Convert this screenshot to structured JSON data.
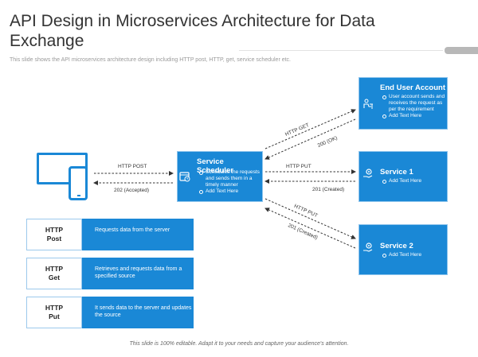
{
  "title": "API Design in Microservices Architecture for Data Exchange",
  "subtitle": "This slide shows the API microservices architecture design including HTTP post, HTTP, get, service scheduler etc.",
  "nodes": {
    "scheduler": {
      "title": "Service Scheduler",
      "items": [
        "Schedules the requests and sends them in a timely manner",
        "Add Text Here"
      ],
      "icon": "calendar-clock-icon"
    },
    "end_user": {
      "title": "End User Account",
      "items": [
        "User account sends and receives the request as per the requirement",
        "Add Text Here"
      ],
      "icon": "desk-user-icon"
    },
    "service1": {
      "title": "Service 1",
      "items": [
        "Add Text Here"
      ],
      "icon": "hand-gear-icon"
    },
    "service2": {
      "title": "Service 2",
      "items": [
        "Add Text Here"
      ],
      "icon": "hand-gear-icon"
    }
  },
  "arrows": {
    "post": "HTTP POST",
    "accepted": "202 (Accepted)",
    "get": "HTTP GET",
    "ok": "200 (OK)",
    "put1": "HTTP PUT",
    "created1": "201 (Created)",
    "put2": "HTTP PUT",
    "created2": "201 (Created)"
  },
  "http_methods": [
    {
      "name": "HTTP\nPost",
      "desc": "Requests data from the server"
    },
    {
      "name": "HTTP\nGet",
      "desc": "Retrieves and requests data from a specified source"
    },
    {
      "name": "HTTP\nPut",
      "desc": "It sends data to the server and updates the source"
    }
  ],
  "footer": "This slide is 100% editable. Adapt it to your needs and capture your audience's attention.",
  "colors": {
    "accent": "#1a88d6",
    "arrow": "#333333"
  }
}
